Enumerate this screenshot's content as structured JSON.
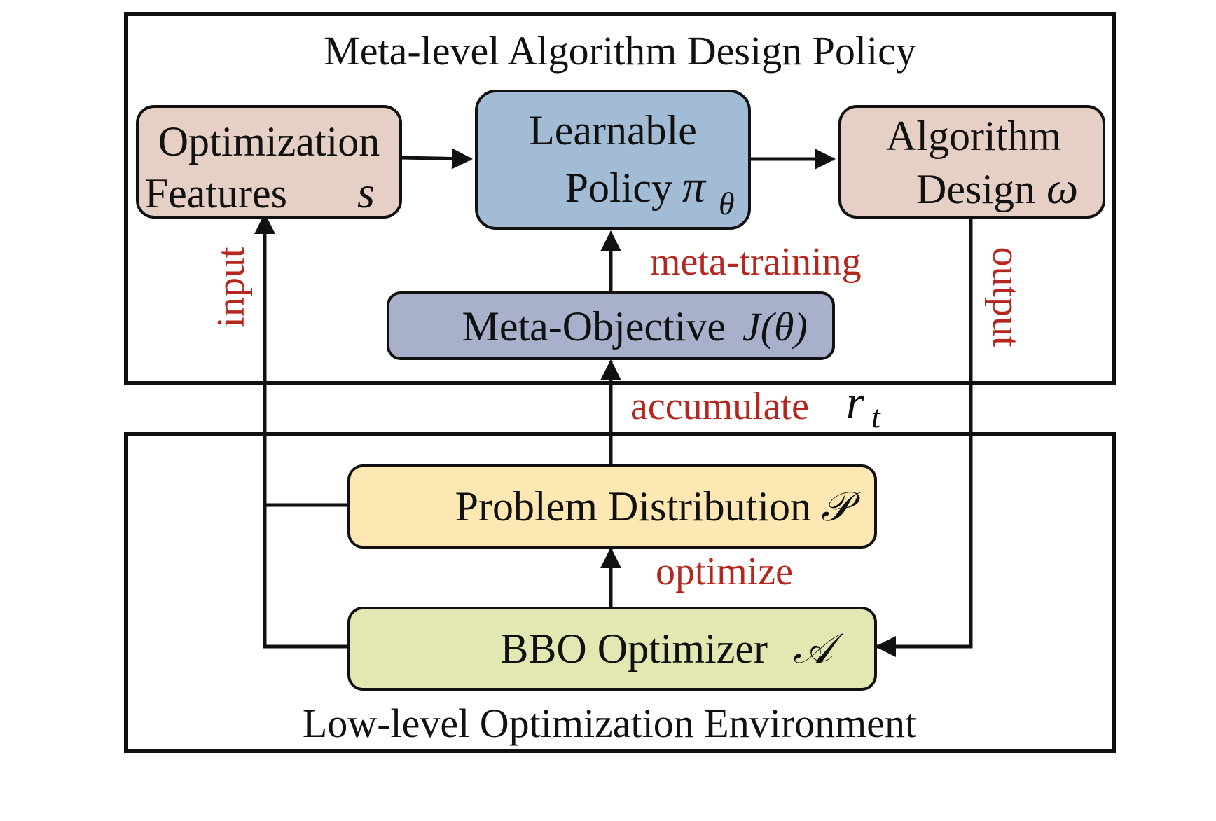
{
  "meta_panel": {
    "title": "Meta-level Algorithm Design Policy"
  },
  "low_panel": {
    "title": "Low-level Optimization Environment"
  },
  "nodes": {
    "features": {
      "line1": "Optimization",
      "line2": "Features",
      "symbol": "s",
      "fill": "#e6d0c5"
    },
    "policy": {
      "line1": "Learnable",
      "line2": "Policy",
      "symbol": "π",
      "subscript": "θ",
      "fill": "#a3bcd5"
    },
    "design": {
      "line1": "Algorithm",
      "line2": "Design",
      "symbol": "ω",
      "fill": "#e6d0c5"
    },
    "objective": {
      "label": "Meta-Objective",
      "symbol": "J(θ)",
      "fill": "#a9b0cc"
    },
    "problem": {
      "label": "Problem Distribution",
      "symbol": "𝒫",
      "fill": "#fde8b3"
    },
    "optimizer": {
      "label": "BBO Optimizer",
      "symbol": "𝒜",
      "fill": "#e3e8b2"
    }
  },
  "edge_labels": {
    "meta_training": "meta-training",
    "accumulate": "accumulate",
    "accumulate_symbol": "r",
    "accumulate_subscript": "t",
    "optimize": "optimize",
    "input": "input",
    "output": "output"
  },
  "colors": {
    "label_red": "#b5261e",
    "stroke": "#111111"
  }
}
